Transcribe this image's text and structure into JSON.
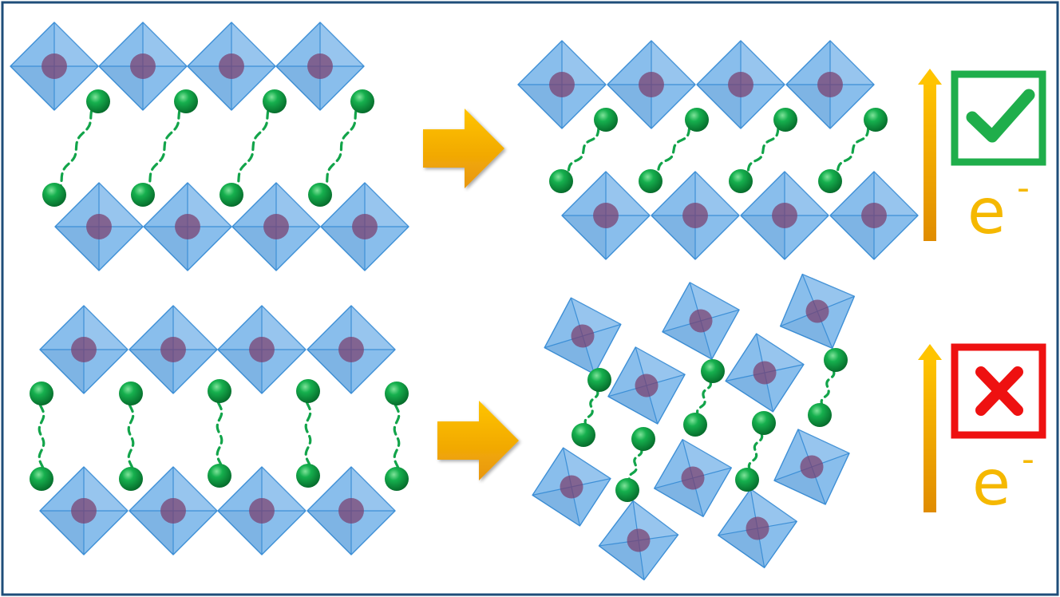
{
  "indicators": {
    "top": {
      "label": "e",
      "superscript": "-",
      "result": "check",
      "result_color": "#1fae4b",
      "arrow_color": "#f0a500"
    },
    "bottom": {
      "label": "e",
      "superscript": "-",
      "result": "cross",
      "result_color": "#ee1111",
      "arrow_color": "#f0a500"
    }
  },
  "colors": {
    "octahedron": "#7fb8ea",
    "octahedron_edge": "#3d8fd6",
    "metal_center": "#7a3f6e",
    "ligand": "#12a44a",
    "frame": "#1f4e79",
    "transition_arrow": "#f5b000"
  }
}
